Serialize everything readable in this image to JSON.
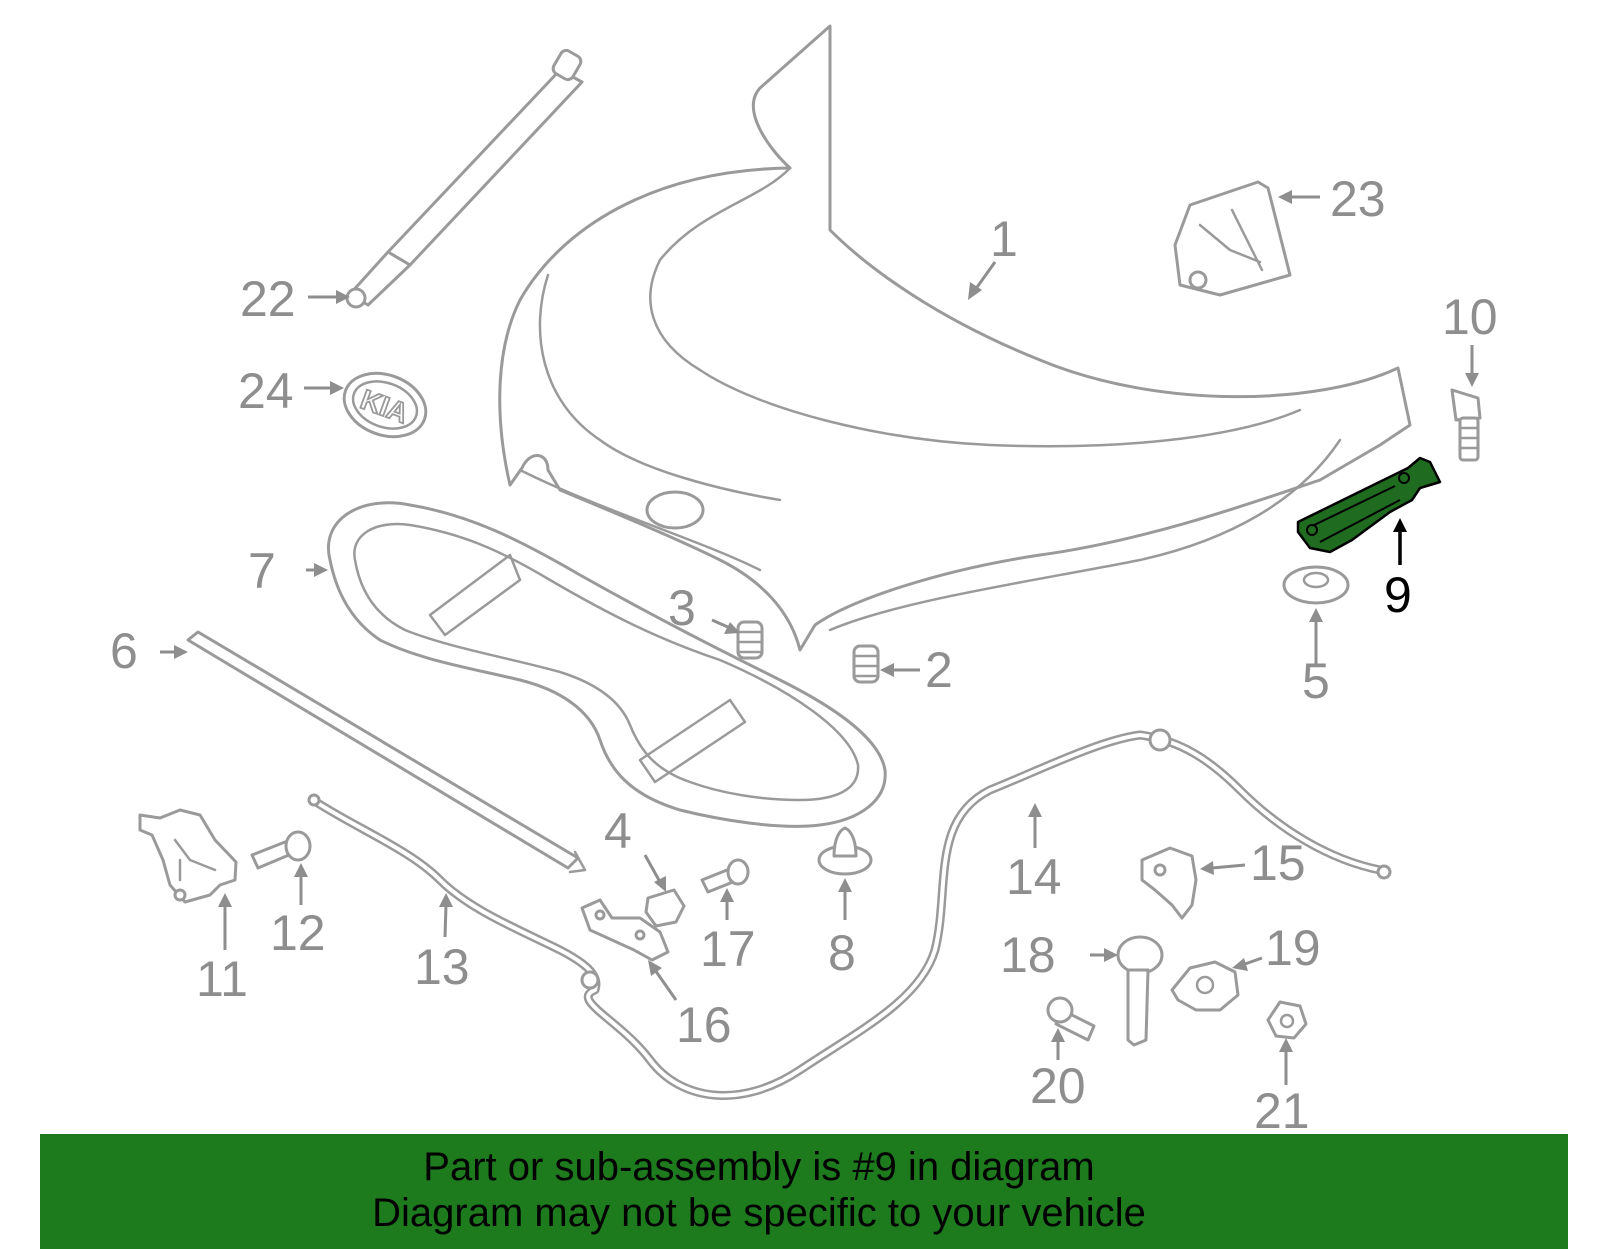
{
  "callouts": {
    "c1": "1",
    "c2": "2",
    "c3": "3",
    "c4": "4",
    "c5": "5",
    "c6": "6",
    "c7": "7",
    "c8": "8",
    "c9": "9",
    "c10": "10",
    "c11": "11",
    "c12": "12",
    "c13": "13",
    "c14": "14",
    "c15": "15",
    "c16": "16",
    "c17": "17",
    "c18": "18",
    "c19": "19",
    "c20": "20",
    "c21": "21",
    "c22": "22",
    "c23": "23",
    "c24": "24"
  },
  "emblem_text": "KIA",
  "highlighted_part": "9",
  "colors": {
    "highlight": "#1f6b1f",
    "banner": "#1d7a1d",
    "line_art": "#9a9a9a"
  },
  "banner": {
    "line1": "Part or sub-assembly is #9 in diagram",
    "line2": "Diagram may not be specific to your vehicle"
  }
}
